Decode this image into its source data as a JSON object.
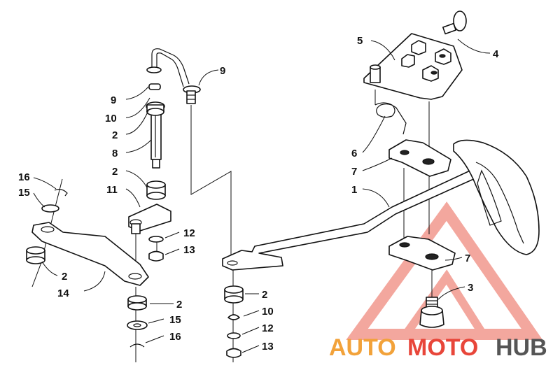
{
  "callouts": [
    {
      "id": "c5",
      "text": "5"
    },
    {
      "id": "c4",
      "text": "4"
    },
    {
      "id": "c9a",
      "text": "9"
    },
    {
      "id": "c9b",
      "text": "9"
    },
    {
      "id": "c10a",
      "text": "10"
    },
    {
      "id": "c2a",
      "text": "2"
    },
    {
      "id": "c8",
      "text": "8"
    },
    {
      "id": "c2b",
      "text": "2"
    },
    {
      "id": "c11",
      "text": "11"
    },
    {
      "id": "c16a",
      "text": "16"
    },
    {
      "id": "c15a",
      "text": "15"
    },
    {
      "id": "c12a",
      "text": "12"
    },
    {
      "id": "c13a",
      "text": "13"
    },
    {
      "id": "c2c",
      "text": "2"
    },
    {
      "id": "c14",
      "text": "14"
    },
    {
      "id": "c2d",
      "text": "2"
    },
    {
      "id": "c15b",
      "text": "15"
    },
    {
      "id": "c16b",
      "text": "16"
    },
    {
      "id": "c6",
      "text": "6"
    },
    {
      "id": "c7a",
      "text": "7"
    },
    {
      "id": "c1",
      "text": "1"
    },
    {
      "id": "c7b",
      "text": "7"
    },
    {
      "id": "c3",
      "text": "3"
    },
    {
      "id": "c2e",
      "text": "2"
    },
    {
      "id": "c10b",
      "text": "10"
    },
    {
      "id": "c12b",
      "text": "12"
    },
    {
      "id": "c13b",
      "text": "13"
    }
  ],
  "watermark": {
    "part1": "AUTO",
    "part2": "MOTO",
    "part3": "HUB",
    "color_red": "#e8463a",
    "color_orange": "#f2a23a",
    "color_gray": "#555555"
  }
}
